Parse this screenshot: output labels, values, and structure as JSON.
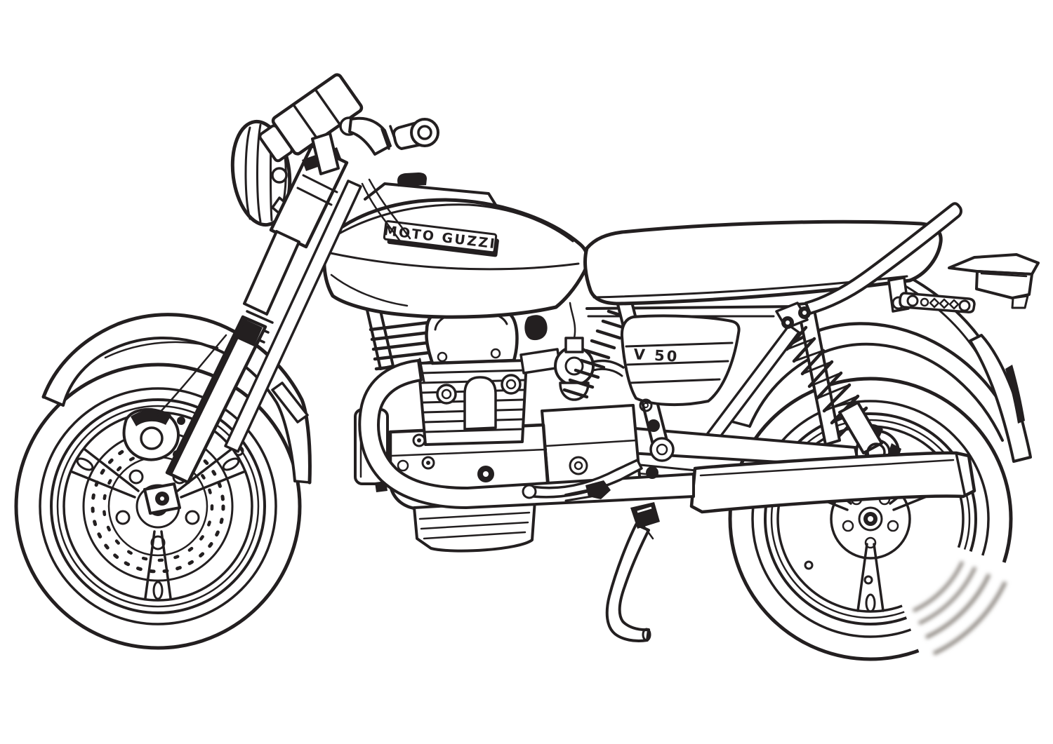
{
  "artwork": {
    "subject": "Moto Guzzi V 50 motorcycle, left side view",
    "style": "black-and-white coloring-page line art",
    "background_color": "#ffffff",
    "ink_color": "#231f20",
    "fade_color": "#8d8781",
    "tank_badge": "MOTO GUZZI",
    "side_panel_badge": "V 50"
  }
}
